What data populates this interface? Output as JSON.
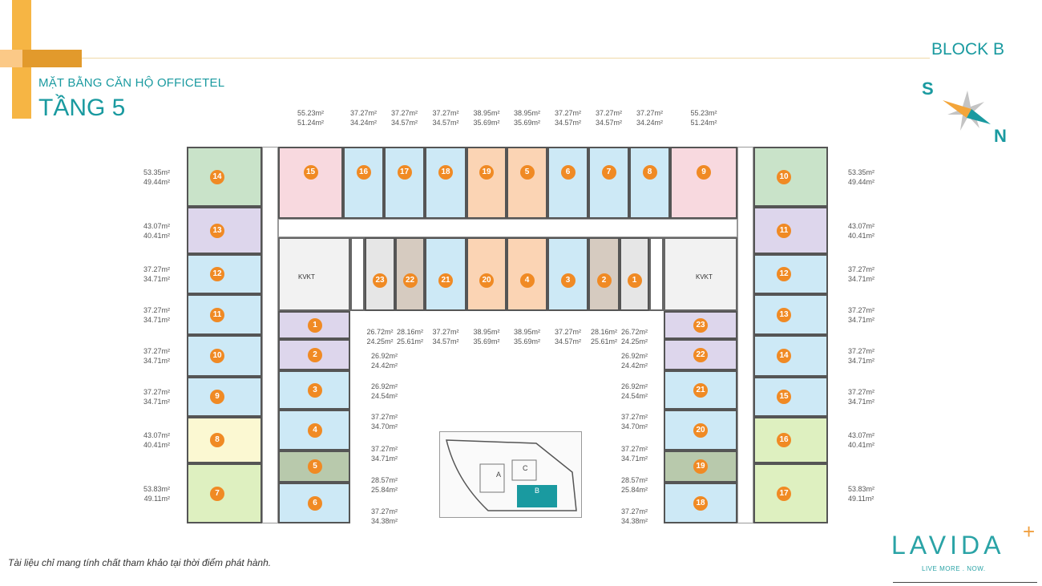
{
  "header": {
    "subtitle": "MẶT BẰNG CĂN HỘ OFFICETEL",
    "title": "TẦNG 5",
    "block": "BLOCK B"
  },
  "compass": {
    "south": "S",
    "north": "N"
  },
  "core_labels": {
    "left": "KVKT",
    "right": "KVKT"
  },
  "site_plan": {
    "labels": [
      "A",
      "B",
      "C"
    ],
    "highlight": "B"
  },
  "footer": {
    "note": "Tài liệu chỉ mang tính chất tham khảo tại thời điểm phát hành.",
    "logo": "LAVIDA",
    "logo_plus": "+",
    "slogan": "LIVE MORE . NOW."
  },
  "colors": {
    "accent": "#1a9aa0",
    "badge": "#f08a24",
    "blue": "#cde9f6",
    "orange": "#fbd4b4",
    "pink": "#f8d9df",
    "green": "#c9e3c9",
    "purple": "#ddd6ec",
    "gray": "#e6e6e6",
    "taupe": "#d6cbc0",
    "yellow": "#fbf8d2",
    "lime": "#def0c0",
    "olive": "#b8c9ac"
  },
  "units": {
    "top_row": [
      {
        "no": "15",
        "gross": "55.23m²",
        "net": "51.24m²",
        "type": "pink"
      },
      {
        "no": "16",
        "gross": "37.27m²",
        "net": "34.24m²",
        "type": "blue"
      },
      {
        "no": "17",
        "gross": "37.27m²",
        "net": "34.57m²",
        "type": "blue"
      },
      {
        "no": "18",
        "gross": "37.27m²",
        "net": "34.57m²",
        "type": "blue"
      },
      {
        "no": "19",
        "gross": "38.95m²",
        "net": "35.69m²",
        "type": "orange"
      },
      {
        "no": "5",
        "gross": "38.95m²",
        "net": "35.69m²",
        "type": "orange"
      },
      {
        "no": "6",
        "gross": "37.27m²",
        "net": "34.57m²",
        "type": "blue"
      },
      {
        "no": "7",
        "gross": "37.27m²",
        "net": "34.57m²",
        "type": "blue"
      },
      {
        "no": "8",
        "gross": "37.27m²",
        "net": "34.24m²",
        "type": "blue"
      },
      {
        "no": "9",
        "gross": "55.23m²",
        "net": "51.24m²",
        "type": "pink"
      }
    ],
    "middle_row": [
      {
        "no": "23",
        "gross": "26.72m²",
        "net": "24.25m²",
        "type": "gray"
      },
      {
        "no": "22",
        "gross": "28.16m²",
        "net": "25.61m²",
        "type": "taupe"
      },
      {
        "no": "21",
        "gross": "37.27m²",
        "net": "34.57m²",
        "type": "blue"
      },
      {
        "no": "20",
        "gross": "38.95m²",
        "net": "35.69m²",
        "type": "orange"
      },
      {
        "no": "4",
        "gross": "38.95m²",
        "net": "35.69m²",
        "type": "orange"
      },
      {
        "no": "3",
        "gross": "37.27m²",
        "net": "34.57m²",
        "type": "blue"
      },
      {
        "no": "2",
        "gross": "28.16m²",
        "net": "25.61m²",
        "type": "taupe"
      },
      {
        "no": "1",
        "gross": "26.72m²",
        "net": "24.25m²",
        "type": "gray"
      }
    ],
    "left_outer": [
      {
        "no": "14",
        "gross": "53.35m²",
        "net": "49.44m²",
        "type": "green"
      },
      {
        "no": "13",
        "gross": "43.07m²",
        "net": "40.41m²",
        "type": "purple"
      },
      {
        "no": "12",
        "gross": "37.27m²",
        "net": "34.71m²",
        "type": "blue"
      },
      {
        "no": "11",
        "gross": "37.27m²",
        "net": "34.71m²",
        "type": "blue"
      },
      {
        "no": "10",
        "gross": "37.27m²",
        "net": "34.71m²",
        "type": "blue"
      },
      {
        "no": "9",
        "gross": "37.27m²",
        "net": "34.71m²",
        "type": "blue"
      },
      {
        "no": "8",
        "gross": "43.07m²",
        "net": "40.41m²",
        "type": "yellow"
      },
      {
        "no": "7",
        "gross": "53.83m²",
        "net": "49.11m²",
        "type": "lime"
      }
    ],
    "left_inner": [
      {
        "no": "1",
        "gross": "26.92m²",
        "net": "24.42m²",
        "type": "purple"
      },
      {
        "no": "2",
        "gross": "26.92m²",
        "net": "24.54m²",
        "type": "purple"
      },
      {
        "no": "3",
        "gross": "37.27m²",
        "net": "34.70m²",
        "type": "blue"
      },
      {
        "no": "4",
        "gross": "37.27m²",
        "net": "34.71m²",
        "type": "blue"
      },
      {
        "no": "5",
        "gross": "28.57m²",
        "net": "25.84m²",
        "type": "olive"
      },
      {
        "no": "6",
        "gross": "37.27m²",
        "net": "34.38m²",
        "type": "blue"
      }
    ],
    "right_inner": [
      {
        "no": "23",
        "gross": "26.92m²",
        "net": "24.42m²",
        "type": "purple"
      },
      {
        "no": "22",
        "gross": "26.92m²",
        "net": "24.54m²",
        "type": "purple"
      },
      {
        "no": "21",
        "gross": "37.27m²",
        "net": "34.70m²",
        "type": "blue"
      },
      {
        "no": "20",
        "gross": "37.27m²",
        "net": "34.71m²",
        "type": "blue"
      },
      {
        "no": "19",
        "gross": "28.57m²",
        "net": "25.84m²",
        "type": "olive"
      },
      {
        "no": "18",
        "gross": "37.27m²",
        "net": "34.38m²",
        "type": "blue"
      }
    ],
    "right_outer": [
      {
        "no": "10",
        "gross": "53.35m²",
        "net": "49.44m²",
        "type": "green"
      },
      {
        "no": "11",
        "gross": "43.07m²",
        "net": "40.41m²",
        "type": "purple"
      },
      {
        "no": "12",
        "gross": "37.27m²",
        "net": "34.71m²",
        "type": "blue"
      },
      {
        "no": "13",
        "gross": "37.27m²",
        "net": "34.71m²",
        "type": "blue"
      },
      {
        "no": "14",
        "gross": "37.27m²",
        "net": "34.71m²",
        "type": "blue"
      },
      {
        "no": "15",
        "gross": "37.27m²",
        "net": "34.71m²",
        "type": "blue"
      },
      {
        "no": "16",
        "gross": "43.07m²",
        "net": "40.41m²",
        "type": "lime"
      },
      {
        "no": "17",
        "gross": "53.83m²",
        "net": "49.11m²",
        "type": "lime"
      }
    ]
  }
}
